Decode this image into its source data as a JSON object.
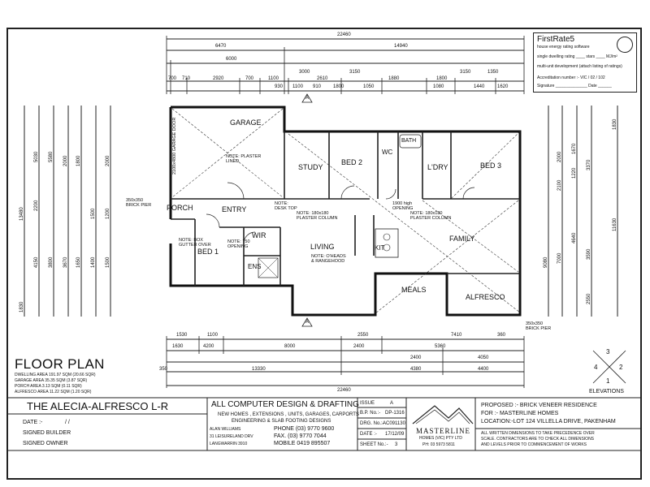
{
  "plan_title": "FLOOR PLAN",
  "areas": [
    "DWELLING AREA 191.97 SQM (20.66 SQR)",
    "GARAGE AREA 35.35 SQM (3.87 SQR)",
    "PORCH AREA 3.13 SQM (0.11 SQR)",
    "ALFRESCO AREA 11.22 SQM (1.20 SQR)"
  ],
  "rooms": {
    "garage": "GARAGE",
    "study": "STUDY",
    "bed2": "BED 2",
    "wc": "WC",
    "bath": "BATH",
    "ldry": "L'DRY",
    "bed3": "BED 3",
    "porch": "PORCH",
    "entry": "ENTRY",
    "wir": "WIR",
    "bed1": "BED 1",
    "ens": "ENS",
    "living": "LIVING",
    "kit": "KIT",
    "family": "FAMILY",
    "meals": "MEALS",
    "alfresco": "ALFRESCO"
  },
  "notes": {
    "garage_door": "2100x4800 GARAGE DOOR",
    "plaster": "NOTE: PLASTER\nLINED",
    "box_gutter": "NOTE: BOX\nGUTTER OVER",
    "opening": "NOTE: 750\nOPENING",
    "desk_top": "NOTE:\nDESK TOP",
    "column1": "NOTE: 180x180\nPLASTER COLUMN",
    "column2": "NOTE: 180x180\nPLASTER COLUMN",
    "oheads": "NOTE: O'HEADS\n& RANGEHOOD",
    "brick_pier1": "350x350\nBRICK PIER",
    "brick_pier2": "350x350\nBRICK PIER",
    "opening2": "1900 high\nOPENING"
  },
  "dims_top": [
    "22460",
    "6470",
    "14940",
    "6000",
    "700",
    "710",
    "2920",
    "700",
    "1100",
    "3000",
    "2610",
    "3150",
    "1880",
    "1800",
    "3150",
    "1350",
    "1100",
    "910",
    "1800",
    "1080",
    "1440",
    "1620",
    "1050",
    "930"
  ],
  "dims_bottom": [
    "1530",
    "1100",
    "2550",
    "7410",
    "4200",
    "8000",
    "2400",
    "5360",
    "2400",
    "4050",
    "13330",
    "4380",
    "4400",
    "22460",
    "350",
    "360",
    "1630"
  ],
  "dims_left": [
    "13480",
    "5030",
    "5580",
    "2000",
    "1800",
    "1500",
    "1200",
    "4150",
    "3800",
    "3670",
    "1650",
    "1830",
    "2200",
    "1400",
    "1500",
    "2000"
  ],
  "dims_right": [
    "9080",
    "11630",
    "2000",
    "1220",
    "3370",
    "1670",
    "2100",
    "4640",
    "7000",
    "3590",
    "2550",
    "1830"
  ],
  "section_marker": "A",
  "firstrate": {
    "title": "FirstRate5",
    "subtitle": "house energy rating software",
    "line1": "single dwelling rating ____ stars ____ MJ/m²",
    "line2": "multi-unit development (attach listing of ratings)",
    "line3": "Accreditation number :- VIC / 02 / 102",
    "line4": "Signature ______________ Date ______"
  },
  "elevations_label": "ELEVATIONS",
  "elevation_numbers": [
    "1",
    "2",
    "3",
    "4"
  ],
  "title_block": {
    "project": "THE ALECIA-ALFRESCO L-R",
    "date_label": "DATE :-",
    "date_value": "/   /",
    "signed_builder": "SIGNED BUILDER",
    "signed_owner": "SIGNED OWNER",
    "company": "ALL COMPUTER DESIGN & DRAFTING",
    "services1": "NEW HOMES , EXTENSIONS , UNITS, GARAGES, CARPORTS",
    "services2": "ENGINEERING & SLAB FOOTING DESIGNS",
    "contact_name": "ALAN WILLIAMS",
    "address1": "31 LEISURELAND DRV",
    "address2": "LANGWARRIN 3910",
    "phone": "PHONE (03) 9770 9600",
    "fax": "FAX.   (03) 9770 7044",
    "mobile": "MOBILE  0419 895507",
    "issue_label": "ISSUE",
    "issue_value": "A",
    "bp_label": "B.P. No.:-",
    "bp_value": "DP-1316",
    "drg_label": "DRG. No.:-",
    "drg_value": "AC091130",
    "date2_label": "DATE :-",
    "date2_value": "17/12/09",
    "sheet_label": "SHEET No.:-",
    "sheet_value": "3",
    "logo_name": "MASTERLINE",
    "logo_sub": "HOMES (VIC) PTY LTD",
    "logo_phone": "PH: 03 5973 5811",
    "proposed": "PROPOSED :- BRICK VENEER RESIDENCE",
    "for": "FOR :- MASTERLINE HOMES",
    "location": "LOCATION:-LOT 124 VILLELLA DRIVE, PAKENHAM",
    "disclaimer1": "ALL WRITTEN DIMENSIONS TO TAKE PRECEDENCE OVER",
    "disclaimer2": "SCALE. CONTRACTORS ARE TO CHECK ALL DIMENSIONS",
    "disclaimer3": "AND LEVELS PRIOR TO COMMENCEMENT OF WORKS"
  }
}
